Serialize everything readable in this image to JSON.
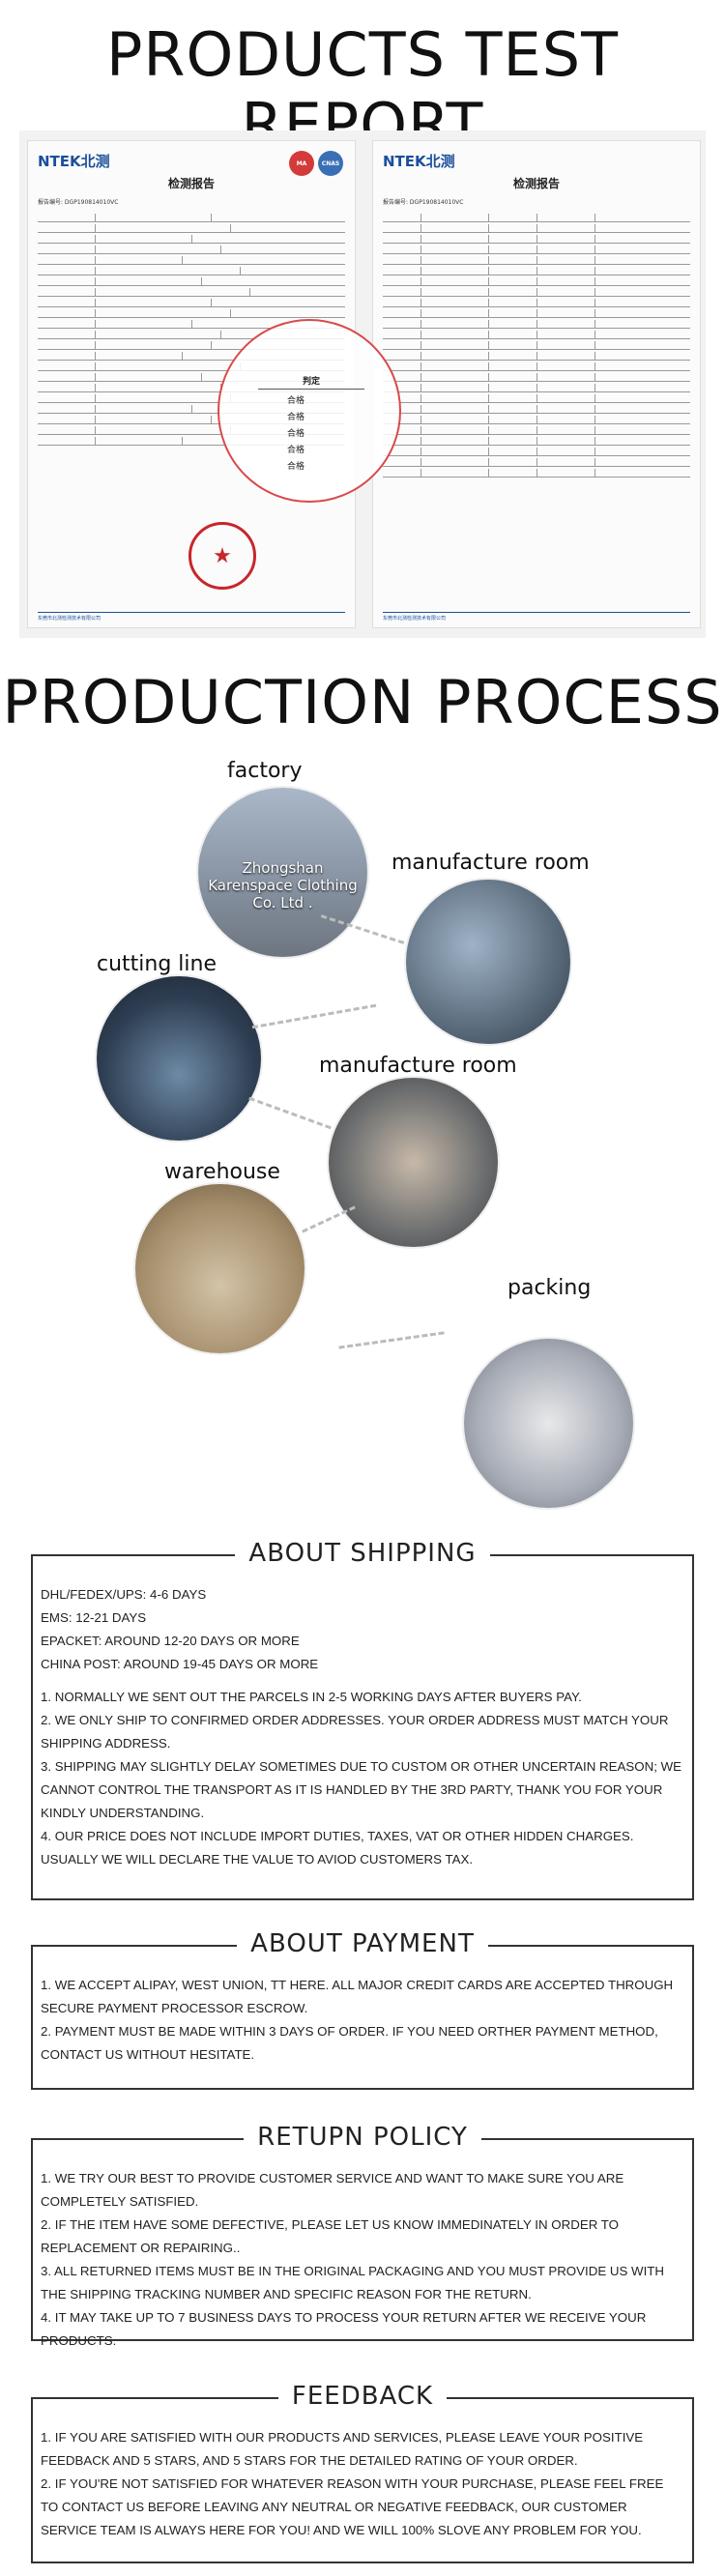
{
  "titles": {
    "test_report": "PRODUCTS TEST REPORT",
    "production_process": "PRODUCTION PROCESS"
  },
  "reports": {
    "logo": "NTEK北测",
    "title": "检测报告",
    "left_no": "报告编号: DGP190814010VC",
    "right_no": "报告编号: DGP190814010VC",
    "verdict_header": "判定",
    "verdict_value": "合格",
    "badge_ma": "MA",
    "badge_cnas": "CNAS",
    "footer": "东莞市北测检测技术有限公司"
  },
  "process": {
    "factory_label": "factory",
    "factory_caption": "Zhongshan Karenspace Clothing Co. Ltd .",
    "manufacture_room_label_1": "manufacture room",
    "cutting_line_label": "cutting line",
    "manufacture_room_label_2": "manufacture room",
    "warehouse_label": "warehouse",
    "packing_label": "packing"
  },
  "shipping": {
    "title": "ABOUT SHIPPING",
    "times": [
      "DHL/FEDEX/UPS: 4-6 DAYS",
      "EMS: 12-21 DAYS",
      "EPACKET: AROUND 12-20 DAYS OR MORE",
      "CHINA POST: AROUND 19-45 DAYS OR MORE"
    ],
    "notes": [
      "1. NORMALLY WE SENT OUT THE PARCELS IN 2-5 WORKING DAYS AFTER BUYERS PAY.",
      "2. WE ONLY SHIP TO CONFIRMED ORDER ADDRESSES. YOUR ORDER ADDRESS MUST MATCH YOUR SHIPPING ADDRESS.",
      "3. SHIPPING MAY SLIGHTLY DELAY SOMETIMES DUE TO CUSTOM OR OTHER UNCERTAIN REASON; WE CANNOT CONTROL THE TRANSPORT AS IT IS HANDLED BY THE 3RD PARTY, THANK YOU FOR YOUR KINDLY UNDERSTANDING.",
      "4. OUR PRICE DOES NOT INCLUDE IMPORT DUTIES, TAXES, VAT OR OTHER HIDDEN CHARGES. USUALLY WE WILL DECLARE THE VALUE TO AVIOD CUSTOMERS TAX."
    ]
  },
  "payment": {
    "title": "ABOUT PAYMENT",
    "notes": [
      "1. WE ACCEPT ALIPAY, WEST UNION, TT HERE. ALL MAJOR CREDIT CARDS ARE ACCEPTED THROUGH SECURE PAYMENT PROCESSOR ESCROW.",
      "2. PAYMENT MUST BE MADE WITHIN 3 DAYS OF ORDER. IF YOU NEED ORTHER PAYMENT METHOD, CONTACT US WITHOUT HESITATE."
    ]
  },
  "return": {
    "title": "RETUPN POLICY",
    "notes": [
      "1. WE TRY OUR BEST TO PROVIDE CUSTOMER SERVICE AND WANT TO MAKE SURE YOU ARE COMPLETELY SATISFIED.",
      "2. IF THE ITEM HAVE SOME DEFECTIVE, PLEASE LET US KNOW IMMEDINATELY IN ORDER TO REPLACEMENT OR REPAIRING..",
      "3. ALL RETURNED ITEMS MUST BE IN THE ORIGINAL PACKAGING AND YOU MUST PROVIDE US WITH THE SHIPPING TRACKING NUMBER AND SPECIFIC REASON FOR THE RETURN.",
      "4. IT MAY TAKE UP TO 7 BUSINESS DAYS TO PROCESS YOUR RETURN AFTER WE RECEIVE YOUR PRODUCTS."
    ]
  },
  "feedback": {
    "title": "FEEDBACK",
    "notes": [
      "1. IF YOU ARE SATISFIED WITH OUR PRODUCTS AND SERVICES, PLEASE LEAVE YOUR POSITIVE FEEDBACK AND 5 STARS, AND 5 STARS FOR THE DETAILED RATING OF YOUR ORDER.",
      "2. IF YOU'RE NOT SATISFIED FOR WHATEVER REASON WITH YOUR PURCHASE, PLEASE FEEL FREE TO CONTACT US BEFORE LEAVING ANY NEUTRAL OR NEGATIVE FEEDBACK, OUR CUSTOMER SERVICE TEAM IS ALWAYS HERE FOR YOU! AND WE WILL 100% SLOVE ANY PROBLEM FOR YOU."
    ]
  }
}
